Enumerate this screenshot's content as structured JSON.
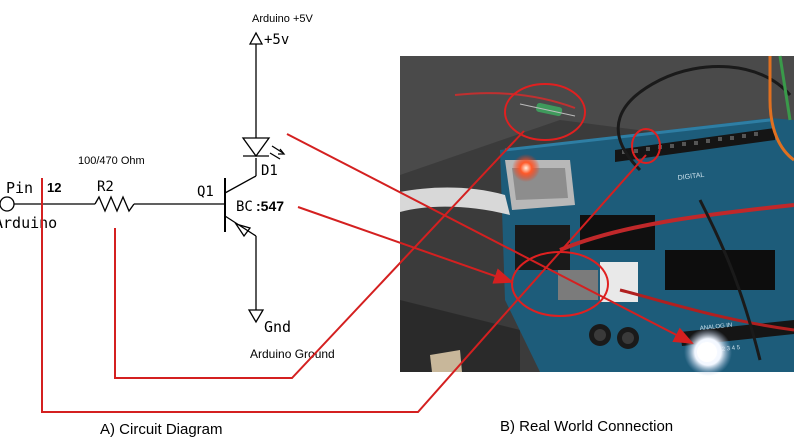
{
  "schematic": {
    "supply_label": "Arduino +5V",
    "supply_symbol": "+5v",
    "led_ref": "D1",
    "resistor_value": "100/470 Ohm",
    "resistor_ref": "R2",
    "transistor_ref": "Q1",
    "transistor_part_prefix": "BC",
    "transistor_part_number": ":547",
    "pin_word": "Pin",
    "pin_number": "12",
    "pin_source": "Arduino",
    "ground_symbol": "Gnd",
    "ground_label": "Arduino Ground"
  },
  "photo": {
    "board_silkscreen": "DIGITAL",
    "analog_silkscreen": "ANALOG IN",
    "analog_pins": "0 1 2 3 4 5",
    "colors": {
      "board": "#1d5c7a",
      "background": "#3b3b3b",
      "led_resistor": "#3f9a5c",
      "highlight": "#e02020"
    }
  },
  "captions": {
    "left": "A) Circuit Diagram",
    "right": "B) Real World Connection"
  },
  "annotation_color": "#d42020"
}
